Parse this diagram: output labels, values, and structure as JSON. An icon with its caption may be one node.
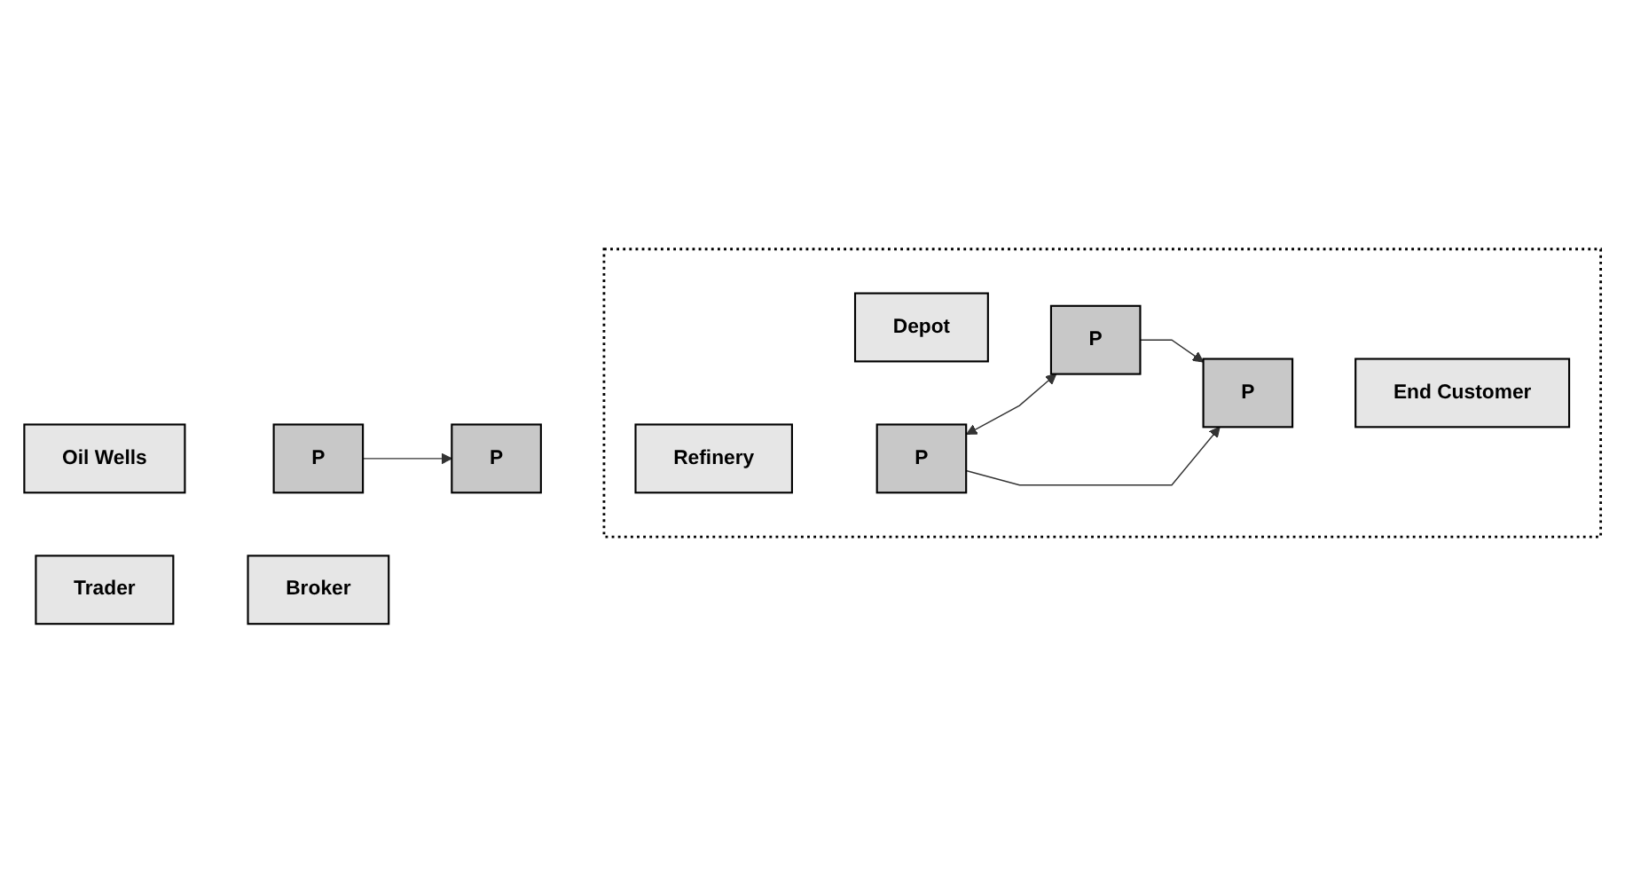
{
  "diagram": {
    "nodes": [
      {
        "text": [],
        "shape": "box"
      },
      {
        "text": [
          "Depot"
        ],
        "in": 0
      },
      {
        "text": [
          "P"
        ],
        "in": 0
      },
      {
        "text": [
          "Oil Wells"
        ]
      },
      {
        "text": [
          "P"
        ]
      },
      {
        "text": [
          "P"
        ]
      },
      {
        "text": [
          "Refinery"
        ],
        "in": 0
      },
      {
        "text": [
          "P"
        ],
        "in": 0
      },
      {
        "text": [
          "P"
        ],
        "in": 0
      },
      {
        "text": [
          "End Customer"
        ],
        "in": 0
      },
      {
        "text": [
          "Trader"
        ]
      },
      {
        "text": [
          "Broker"
        ]
      }
    ],
    "edges": [
      {
        "from": 4,
        "to": 5,
        "arrow": "to"
      },
      {
        "from": 7,
        "to": 2,
        "arrow": "both"
      },
      {
        "from": 2,
        "to": 8,
        "arrow": "to"
      },
      {
        "from": 7,
        "to": 8,
        "arrow": "to"
      }
    ]
  }
}
